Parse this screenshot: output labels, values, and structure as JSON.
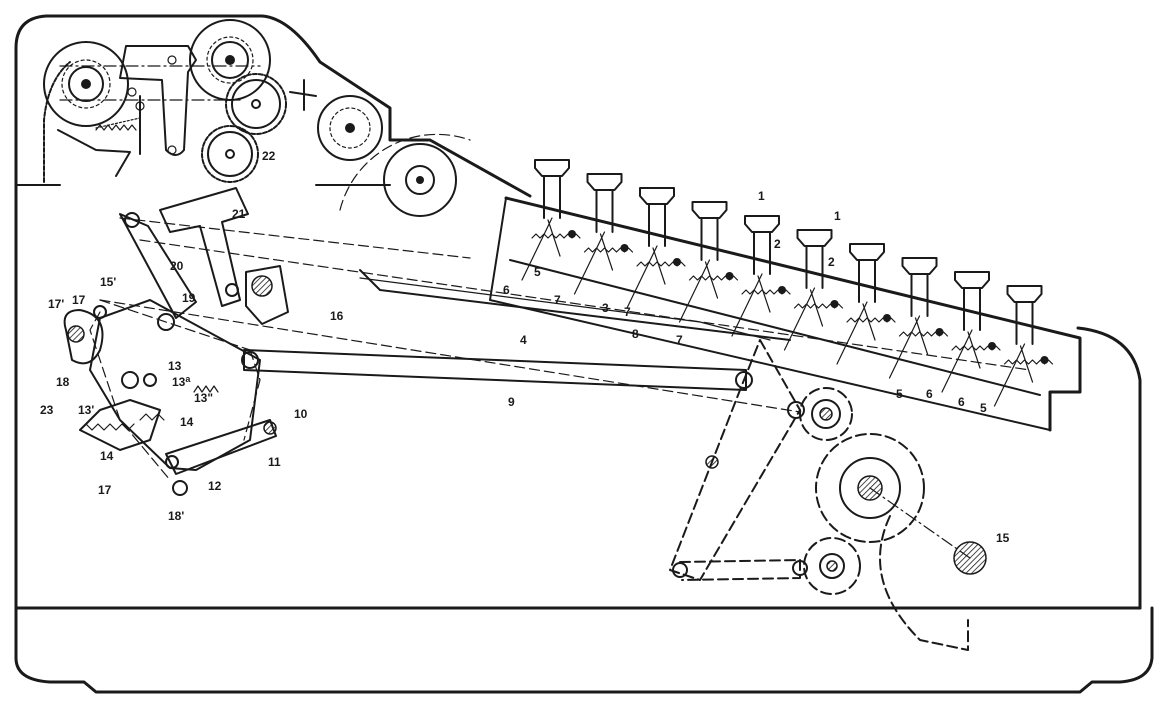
{
  "labels": {
    "key_stem_a": "1",
    "key_stem_b": "1",
    "lever_2a": "2",
    "lever_2b": "2",
    "pawl_3": "3",
    "bar_4": "4",
    "latch_5a": "5",
    "latch_5b": "5",
    "latch_5c": "5",
    "stop_6a": "6",
    "stop_6b": "6",
    "stop_6c": "6",
    "stop_7a": "7",
    "stop_7b": "7",
    "stop_7c": "7",
    "rod_8": "8",
    "link_9": "9",
    "pivot_10": "10",
    "arm_11": "11",
    "arm_12": "12",
    "lever_13": "13",
    "lever_13a": "13",
    "lever_13a_sup": "a",
    "lever_13pp": "13\"",
    "sector_13p": "13'",
    "sector_14a": "14",
    "sector_14b": "14",
    "shaft_15": "15",
    "pin_15p": "15'",
    "link_16": "16",
    "pin_17": "17",
    "pin_17p": "17'",
    "pin_17b": "17",
    "cam_18": "18",
    "pin_18p": "18'",
    "pivot_19": "19",
    "link_20": "20",
    "rack_21": "21",
    "gear_22": "22",
    "cam_23": "23"
  }
}
